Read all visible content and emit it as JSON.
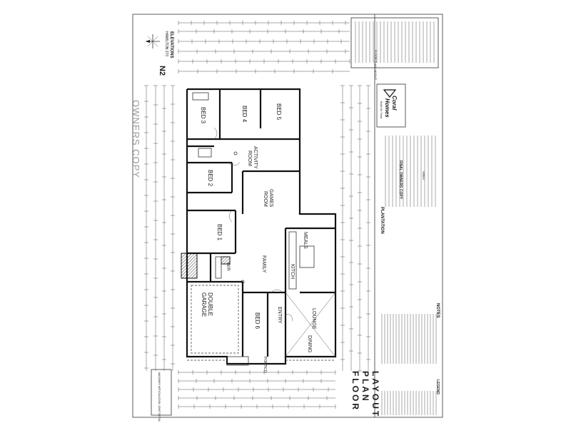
{
  "sheet": {
    "stamp": "OWNERS COPY",
    "north": "N2",
    "elevations_title": "ELEVATIONS",
    "elevations_sub": "HAMILTON 270",
    "title_vertical": [
      "FLOOR",
      "PLAN",
      "LAYOUT"
    ]
  },
  "rooms": {
    "bed3": "BED 3",
    "bed4": "BED 4",
    "bed5": "BED 5",
    "bed2": "BED 2",
    "activity": [
      "ACTIVITY",
      "ROOM"
    ],
    "games": [
      "GAMES",
      "ROOM"
    ],
    "bed1": "BED 1",
    "wir": "W/R",
    "garage": [
      "DOUBLE",
      "GARAGE"
    ],
    "family": "FAMILY",
    "meals": "MEALS",
    "kitch": "KITCH",
    "bed6": "BED 6",
    "entry": "ENTRY",
    "lounge": "LOUNGE",
    "dining": "DINING",
    "portico": "PORTICO"
  },
  "titleblock": {
    "brand_line1": "Coral",
    "brand_line2": "Homes",
    "tagline": "Built On Trust",
    "final_copy": "FINAL OWNERS COPY",
    "plantation": "PLANTATION",
    "area": "AREA",
    "floor_plan_layout": "FLOOR PLAN LAYOUT"
  },
  "notes": {
    "heading": "NOTES",
    "legend": "LEGEND",
    "masonry": "MASONRY ARTICULATION JOINT DETAIL"
  },
  "colors": {
    "ink": "#111111",
    "paper": "#ffffff",
    "stamp": "#9a9a9a"
  }
}
